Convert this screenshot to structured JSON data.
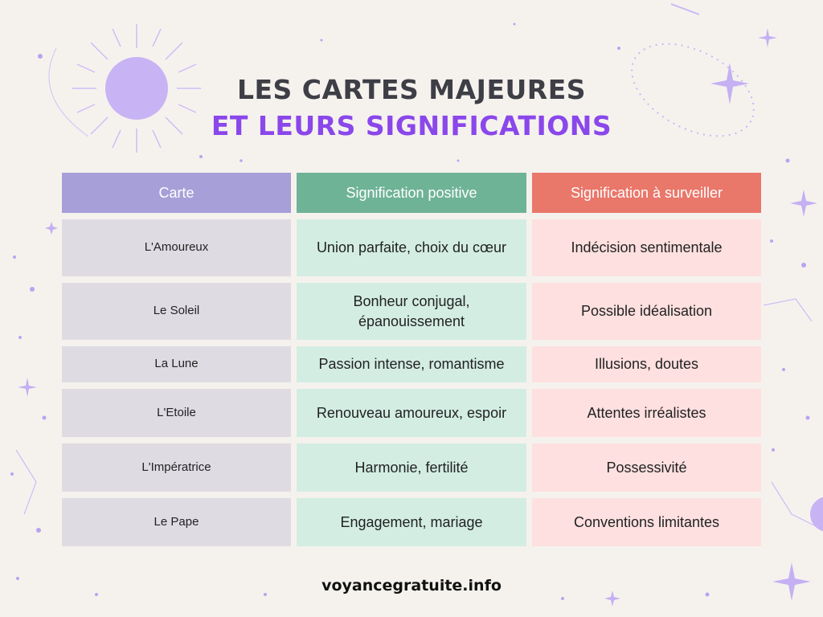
{
  "title": {
    "line1": "LES CARTES MAJEURES",
    "line2": "ET LEURS SIGNIFICATIONS"
  },
  "table": {
    "headers": [
      "Carte",
      "Signification positive",
      "Signification à surveiller"
    ],
    "rows": [
      [
        "L'Amoureux",
        "Union parfaite, choix du cœur",
        "Indécision sentimentale"
      ],
      [
        "Le Soleil",
        "Bonheur conjugal, épanouissement",
        "Possible idéalisation"
      ],
      [
        "La Lune",
        "Passion intense, romantisme",
        "Illusions, doutes"
      ],
      [
        "L'Etoile",
        "Renouveau amoureux, espoir",
        "Attentes irréalistes"
      ],
      [
        "L'Impératrice",
        "Harmonie, fertilité",
        "Possessivité"
      ],
      [
        "Le Pape",
        "Engagement, mariage",
        "Conventions limitantes"
      ]
    ]
  },
  "footer": {
    "site": "voyancegratuite.info"
  },
  "colors": {
    "background": "#f5f2ee",
    "title_dark": "#3e3e46",
    "title_accent": "#8a47ea",
    "header_card": "#a69fd8",
    "header_positive": "#6fb397",
    "header_warning": "#e9776a",
    "cell_card": "#dfdbe3",
    "cell_positive": "#d3ede3",
    "cell_warning": "#fde0df",
    "decor": "#c7b5f3"
  },
  "decorations": [
    "sun-icon",
    "sparkle-icon",
    "orbit-ring",
    "star-dots",
    "constellation-lines"
  ]
}
